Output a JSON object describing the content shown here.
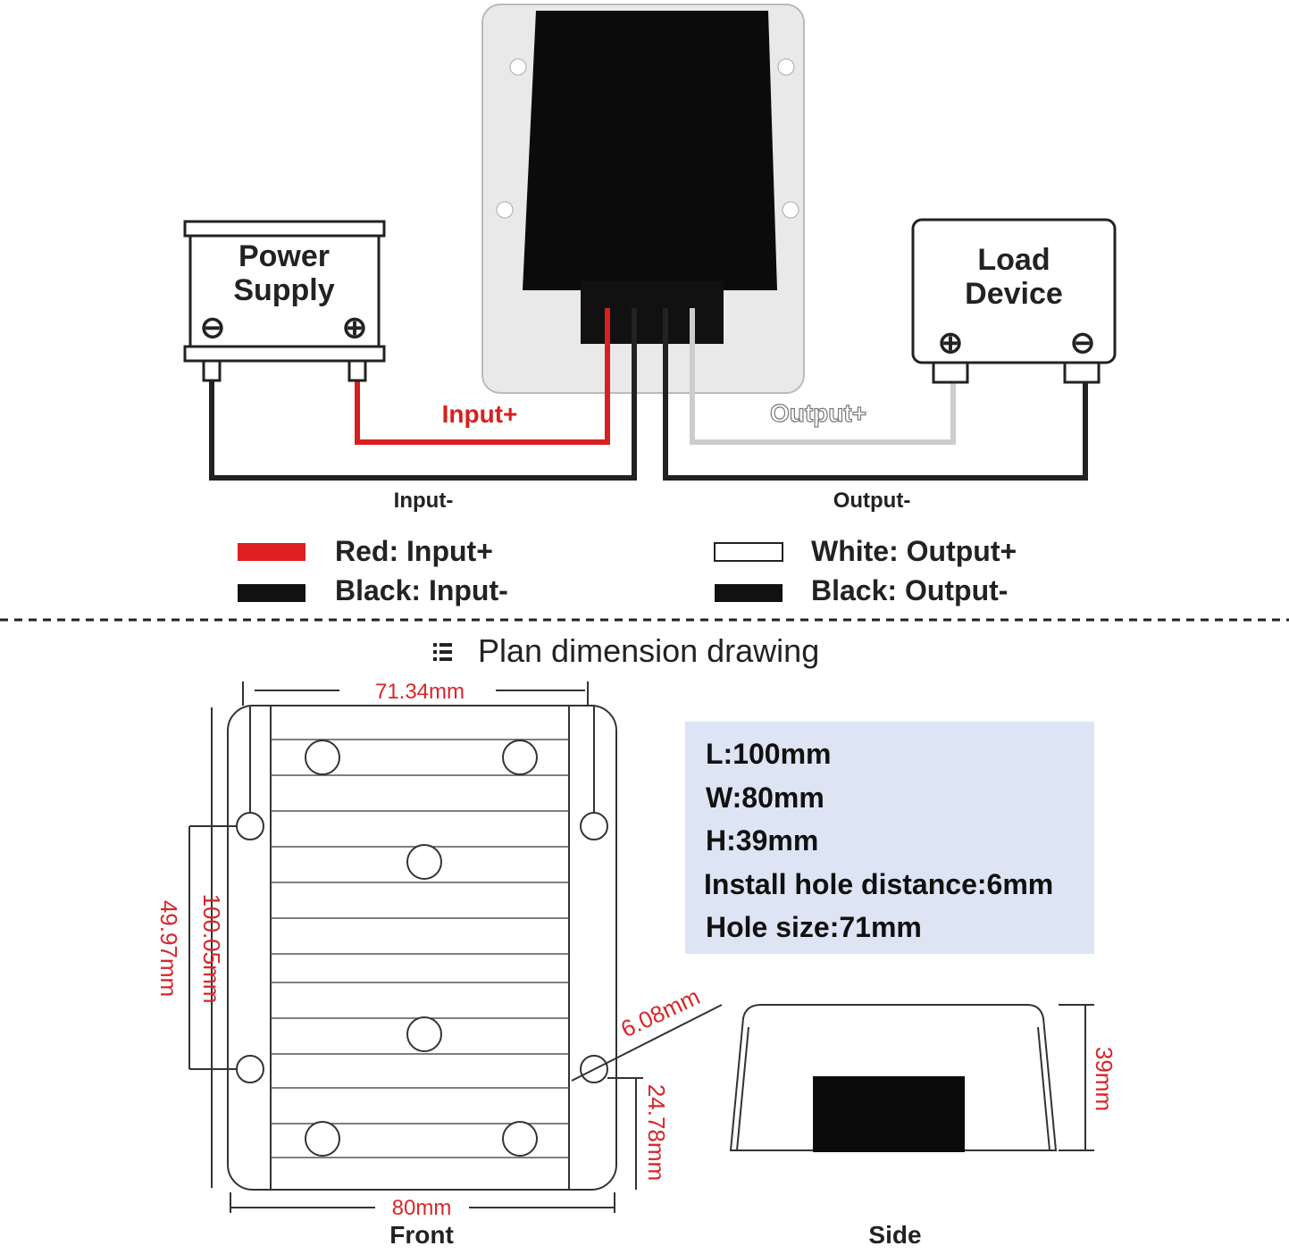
{
  "wiring": {
    "power_supply": {
      "title_line1": "Power",
      "title_line2": "Supply",
      "minus": "⊖",
      "plus": "⊕"
    },
    "load_device": {
      "title_line1": "Load",
      "title_line2": "Device",
      "plus": "⊕",
      "minus": "⊖"
    },
    "wire_labels": {
      "input_plus": "Input+",
      "input_minus": "Input-",
      "output_plus": "Output+",
      "output_minus": "Output-"
    },
    "legend": [
      {
        "label": "Red: Input+",
        "color": "#e02020"
      },
      {
        "label": "Black: Input-",
        "color": "#111111"
      },
      {
        "label": "White: Output+",
        "color": "#ffffff"
      },
      {
        "label": "Black: Output-",
        "color": "#111111"
      }
    ]
  },
  "plan": {
    "title": "Plan dimension drawing",
    "dims": {
      "top_width": "71.34mm",
      "height_total": "100.05mm",
      "hole_span": "49.97mm",
      "hole_size": "6.08mm",
      "bottom_offset": "24.78mm",
      "bottom_width": "80mm",
      "side_height": "39mm"
    },
    "specs": [
      "L:100mm",
      "W:80mm",
      "H:39mm",
      "Install hole distance:6mm",
      "Hole size:71mm"
    ],
    "front_label": "Front",
    "side_label": "Side",
    "spec_box_color": "#dde4f3"
  }
}
